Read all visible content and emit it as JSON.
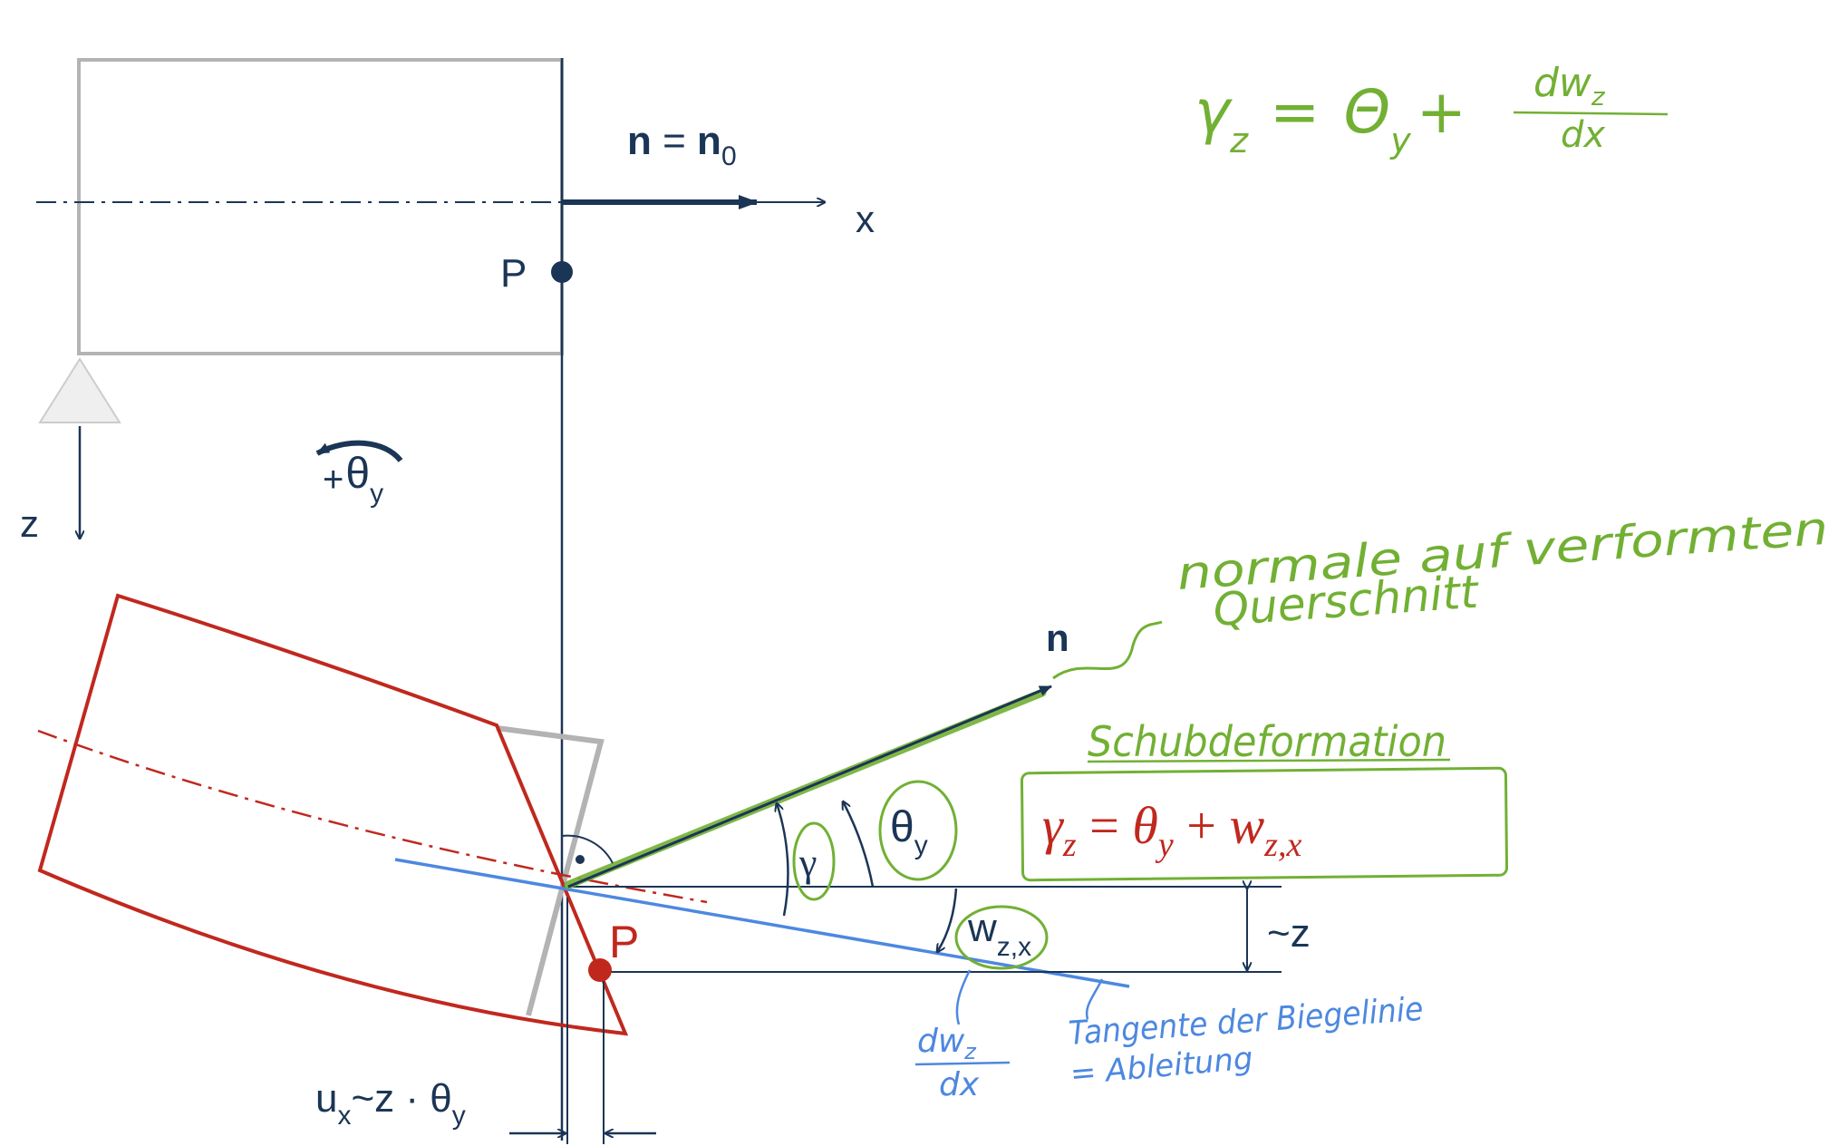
{
  "colors": {
    "navy": "#1b3556",
    "gray": "#b3b3b3",
    "red": "#c0281e",
    "blue": "#4d88e0",
    "green": "#72b034",
    "support_fill": "#efefef"
  },
  "labels": {
    "n_equals_n0": {
      "n": "n",
      "eq": " = ",
      "n0": "n",
      "n0_sub": "0"
    },
    "x_axis": "x",
    "z_axis": "z",
    "point_top": "P",
    "point_bottom": "P",
    "theta_rot": {
      "plus": "+",
      "theta": "θ",
      "sub": "y"
    },
    "n_deformed": "n",
    "gamma": "γ",
    "theta_y": {
      "theta": "θ",
      "sub": "y"
    },
    "w_zx": {
      "w": "w",
      "sub": "z,x"
    },
    "approx_z": "~z",
    "ux": {
      "u": "u",
      "u_sub": "x",
      "mid": "~z · θ",
      "theta_sub": "y"
    }
  },
  "main_equation": {
    "gamma": "γ",
    "gamma_sub": "z",
    "eq": " = ",
    "theta": "θ",
    "theta_sub": "y",
    "plus": " + ",
    "w": "w",
    "w_sub": "z,x"
  },
  "handwriting": {
    "top_equation": {
      "lhs": "γ",
      "lhs_sub": "z",
      "eq": "=",
      "rhs": "Θ",
      "rhs_sub": "y",
      "plus": "+",
      "num": "dw",
      "num_sub": "z",
      "den": "dx"
    },
    "normale_line1": "normale auf verformten",
    "normale_line2": "Querschnitt",
    "schub": "Schubdeformation",
    "dwz_dx": {
      "num": "dw",
      "num_sub": "z",
      "den": "dx"
    },
    "tangente_line1": "Tangente der Biegelinie",
    "tangente_line2": "= Ableitung"
  }
}
